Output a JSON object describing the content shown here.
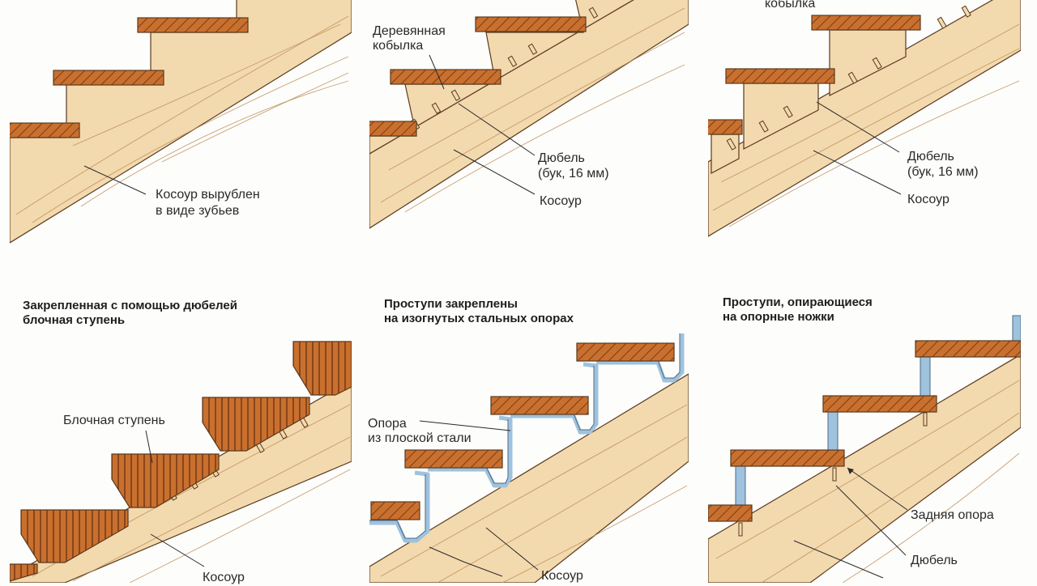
{
  "colors": {
    "wood_light": "#f3d9ae",
    "wood_grain": "#b98a55",
    "tread": "#c9702f",
    "tread_hatch": "#7a3c14",
    "steel": "#9fc2de",
    "outline": "#5a3a1e"
  },
  "panels": {
    "p1": {
      "label_stringer": [
        "Косоур вырублен",
        "в виде зубьев"
      ]
    },
    "p2": {
      "label_carriage": [
        "Деревянная",
        "кобылка"
      ],
      "label_dowel": [
        "Дюбель",
        "(бук, 16 мм)"
      ],
      "label_stringer": "Косоур"
    },
    "p3": {
      "label_carriage_partial": "кобылка",
      "label_dowel": [
        "Дюбель",
        "(бук, 16 мм)"
      ],
      "label_stringer": "Косоур"
    },
    "p4": {
      "caption": [
        "Закрепленная с помощью дюбелей",
        "блочная ступень"
      ],
      "label_block_step": "Блочная ступень",
      "label_stringer": "Косоур"
    },
    "p5": {
      "caption": [
        "Проступи закреплены",
        "на изогнутых стальных опорах"
      ],
      "label_support": [
        "Опора",
        "из плоской стали"
      ],
      "label_stringer": "Косоур"
    },
    "p6": {
      "caption": [
        "Проступи, опирающиеся",
        "на опорные ножки"
      ],
      "label_rear_support": "Задняя опора",
      "label_dowel": "Дюбель"
    }
  }
}
